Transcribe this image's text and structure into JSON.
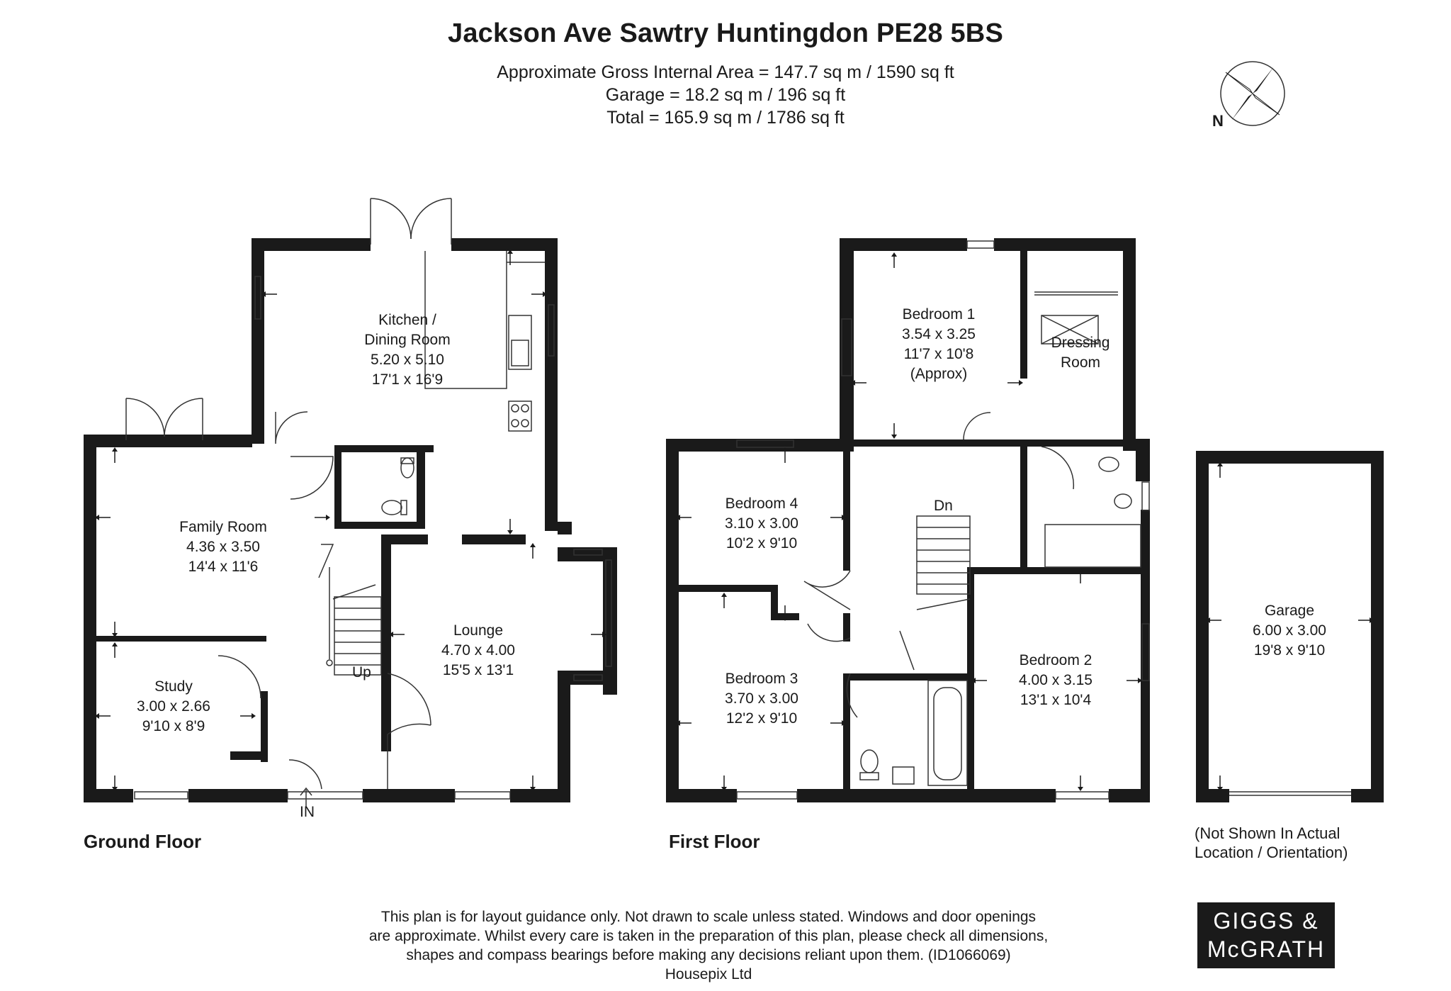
{
  "header": {
    "address": "Jackson Ave Sawtry Huntingdon PE28 5BS",
    "area_lines": [
      "Approximate Gross Internal Area = 147.7 sq m / 1590 sq ft",
      "Garage = 18.2 sq m / 196 sq ft",
      "Total = 165.9 sq m / 1786 sq ft"
    ]
  },
  "compass": {
    "label": "N"
  },
  "ground_floor": {
    "label": "Ground Floor",
    "kitchen": {
      "name1": "Kitchen /",
      "name2": "Dining Room",
      "metric": "5.20 x 5.10",
      "imperial": "17'1 x 16'9"
    },
    "family": {
      "name": "Family Room",
      "metric": "4.36 x 3.50",
      "imperial": "14'4 x 11'6"
    },
    "study": {
      "name": "Study",
      "metric": "3.00 x 2.66",
      "imperial": "9'10 x 8'9"
    },
    "lounge": {
      "name": "Lounge",
      "metric": "4.70 x 4.00",
      "imperial": "15'5 x 13'1"
    },
    "stairs_label": "Up",
    "entrance_label": "IN"
  },
  "first_floor": {
    "label": "First Floor",
    "bedroom1": {
      "name": "Bedroom 1",
      "metric": "3.54 x 3.25",
      "imperial": "11'7 x 10'8",
      "note": "(Approx)"
    },
    "dressing": {
      "name1": "Dressing",
      "name2": "Room"
    },
    "bedroom4": {
      "name": "Bedroom 4",
      "metric": "3.10 x 3.00",
      "imperial": "10'2 x 9'10"
    },
    "bedroom3": {
      "name": "Bedroom 3",
      "metric": "3.70 x 3.00",
      "imperial": "12'2 x 9'10"
    },
    "bedroom2": {
      "name": "Bedroom 2",
      "metric": "4.00 x 3.15",
      "imperial": "13'1 x 10'4"
    },
    "stairs_label": "Dn"
  },
  "garage": {
    "name": "Garage",
    "metric": "6.00 x 3.00",
    "imperial": "19'8 x 9'10",
    "note_lines": [
      "(Not Shown In Actual",
      "Location / Orientation)"
    ]
  },
  "disclaimer_lines": [
    "This plan is for layout guidance only. Not drawn to scale unless stated. Windows and door openings",
    "are approximate. Whilst every care is taken in the preparation of this plan, please check all dimensions,",
    "shapes and compass bearings before making any decisions reliant upon them. (ID1066069)",
    "Housepix Ltd"
  ],
  "logo": {
    "line1": "GIGGS &",
    "line2": "McGRATH"
  },
  "colors": {
    "wall": "#1a1a1a",
    "line": "#333333",
    "background": "#ffffff"
  }
}
